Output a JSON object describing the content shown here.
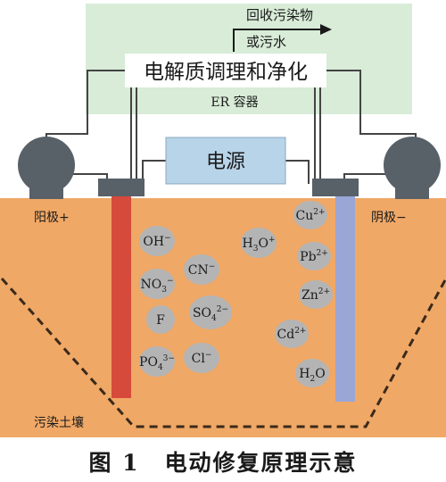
{
  "er_container": {
    "label": "ER 容器",
    "process_title": "电解质调理和净化",
    "outflow_line1": "回收污染物",
    "outflow_line2": "或污水"
  },
  "power_supply": {
    "label": "电源"
  },
  "anode": {
    "label": "阳极+"
  },
  "cathode": {
    "label": "阴极−"
  },
  "soil": {
    "label": "污染土壤"
  },
  "ions": [
    {
      "main": "OH",
      "sub": "",
      "sup": "−"
    },
    {
      "main": "NO",
      "sub": "3",
      "sup": "−"
    },
    {
      "main": "F",
      "sub": "",
      "sup": ""
    },
    {
      "main": "PO",
      "sub": "4",
      "sup": "3−"
    },
    {
      "main": "CN",
      "sub": "",
      "sup": "−"
    },
    {
      "main": "SO",
      "sub": "4",
      "sup": "2−"
    },
    {
      "main": "Cl",
      "sub": "",
      "sup": "−"
    },
    {
      "main": "H",
      "sub": "3",
      "sup": "",
      "tail": "O",
      "tail_sup": "+"
    },
    {
      "main": "Cu",
      "sub": "",
      "sup": "2+"
    },
    {
      "main": "Pb",
      "sub": "",
      "sup": "2+"
    },
    {
      "main": "Zn",
      "sub": "",
      "sup": "2+"
    },
    {
      "main": "Cd",
      "sub": "",
      "sup": "2+"
    },
    {
      "main": "H",
      "sub": "2",
      "sup": "",
      "tail": "O",
      "tail_sup": ""
    }
  ],
  "figure_caption": {
    "number": "图 1",
    "title": "电动修复原理示意"
  },
  "colors": {
    "er_container": "#d8ecd8",
    "power_box": "#b8d4e8",
    "soil": "#f0a866",
    "anode": "#d64a3c",
    "cathode": "#9aa6d6",
    "ion_bubble": "#b4b4b4",
    "pump": "#586068"
  }
}
